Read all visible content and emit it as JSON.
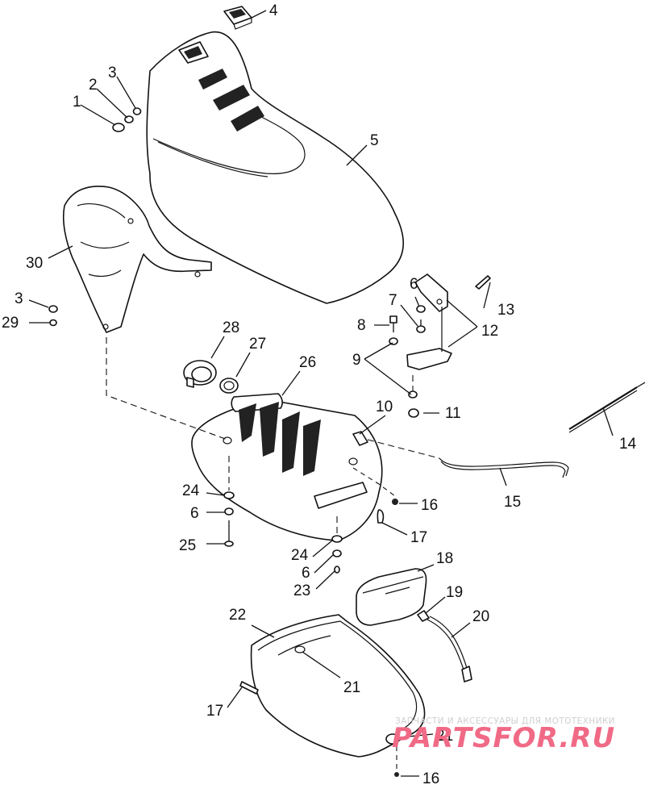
{
  "callouts": {
    "c1": "1",
    "c2": "2",
    "c3a": "3",
    "c4": "4",
    "c5": "5",
    "c30": "30",
    "c3b": "3",
    "c29": "29",
    "c28": "28",
    "c27": "27",
    "c26": "26",
    "c6a": "6",
    "c7": "7",
    "c8": "8",
    "c9": "9",
    "c11": "11",
    "c10": "10",
    "c12": "12",
    "c13": "13",
    "c14": "14",
    "c15": "15",
    "c24a": "24",
    "c6b": "6",
    "c25": "25",
    "c16a": "16",
    "c17a": "17",
    "c24b": "24",
    "c6c": "6",
    "c23": "23",
    "c18": "18",
    "c19": "19",
    "c20": "20",
    "c22": "22",
    "c21a": "21",
    "c17b": "17",
    "c21b": "21",
    "c16b": "16"
  },
  "watermark": {
    "caption": "ЗАПЧАСТИ И АКСЕССУАРЫ ДЛЯ МОТОТЕХНИКИ",
    "brand": "PARTSFOR.RU"
  }
}
